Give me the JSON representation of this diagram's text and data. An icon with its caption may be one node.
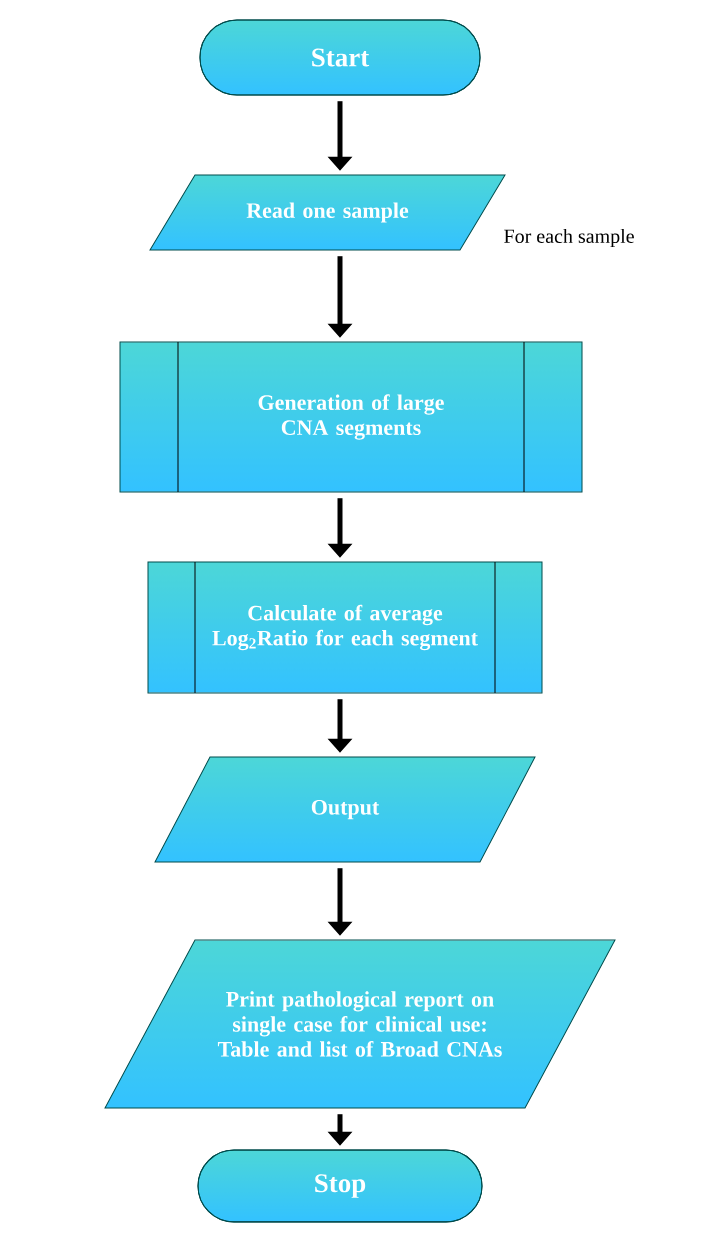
{
  "diagram": {
    "nodes": [
      {
        "text": [
          "Start"
        ]
      },
      {
        "text": [
          "Read one sample"
        ],
        "beside": [
          "For each sample"
        ]
      },
      {
        "text": [
          "Generation of large CNA segments"
        ]
      },
      {
        "text": [
          "Calculate of average Log$_{2}$Ratio for each segment"
        ]
      },
      {
        "text": [
          "Output"
        ]
      },
      {
        "text": [
          "Print pathological report on single case for clinical use: Table and list of Broad CNAs"
        ]
      },
      {
        "text": [
          "Stop"
        ]
      }
    ],
    "edges": [
      {
        "from": 0,
        "to": 1,
        "arrow": "to"
      },
      {
        "from": 1,
        "to": 2,
        "arrow": "to"
      },
      {
        "from": 2,
        "to": 3,
        "arrow": "to"
      },
      {
        "from": 3,
        "to": 4,
        "arrow": "to"
      },
      {
        "from": 4,
        "to": 5,
        "arrow": "to"
      },
      {
        "from": 5,
        "to": 6,
        "arrow": "to"
      }
    ]
  }
}
